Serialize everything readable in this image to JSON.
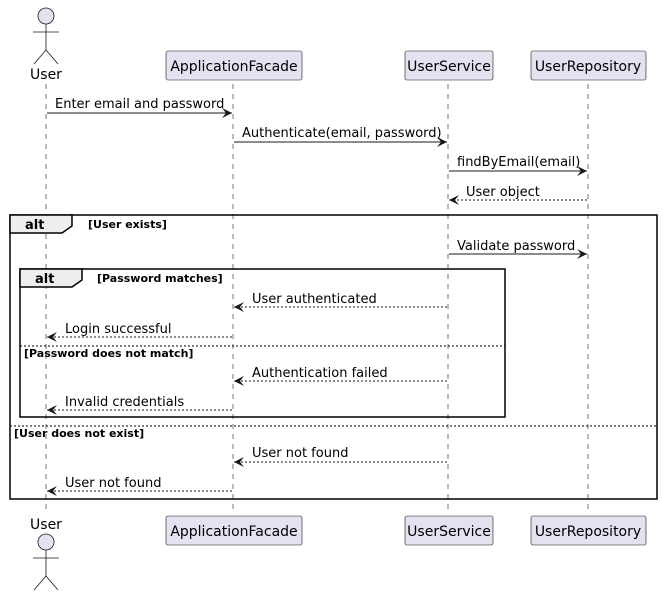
{
  "participants": {
    "user": "User",
    "facade": "ApplicationFacade",
    "service": "UserService",
    "repository": "UserRepository"
  },
  "messages": {
    "m1": "Enter email and password",
    "m2": "Authenticate(email, password)",
    "m3": "findByEmail(email)",
    "m4": "User object",
    "m5": "Validate password",
    "m6": "User authenticated",
    "m7": "Login successful",
    "m8": "Authentication failed",
    "m9": "Invalid credentials",
    "m10": "User not found",
    "m11": "User not found"
  },
  "fragments": {
    "outer": {
      "keyword": "alt",
      "guard": "[User exists]",
      "else_guard": "[User does not exist]"
    },
    "inner": {
      "keyword": "alt",
      "guard": "[Password matches]",
      "else_guard": "[Password does not match]"
    }
  }
}
